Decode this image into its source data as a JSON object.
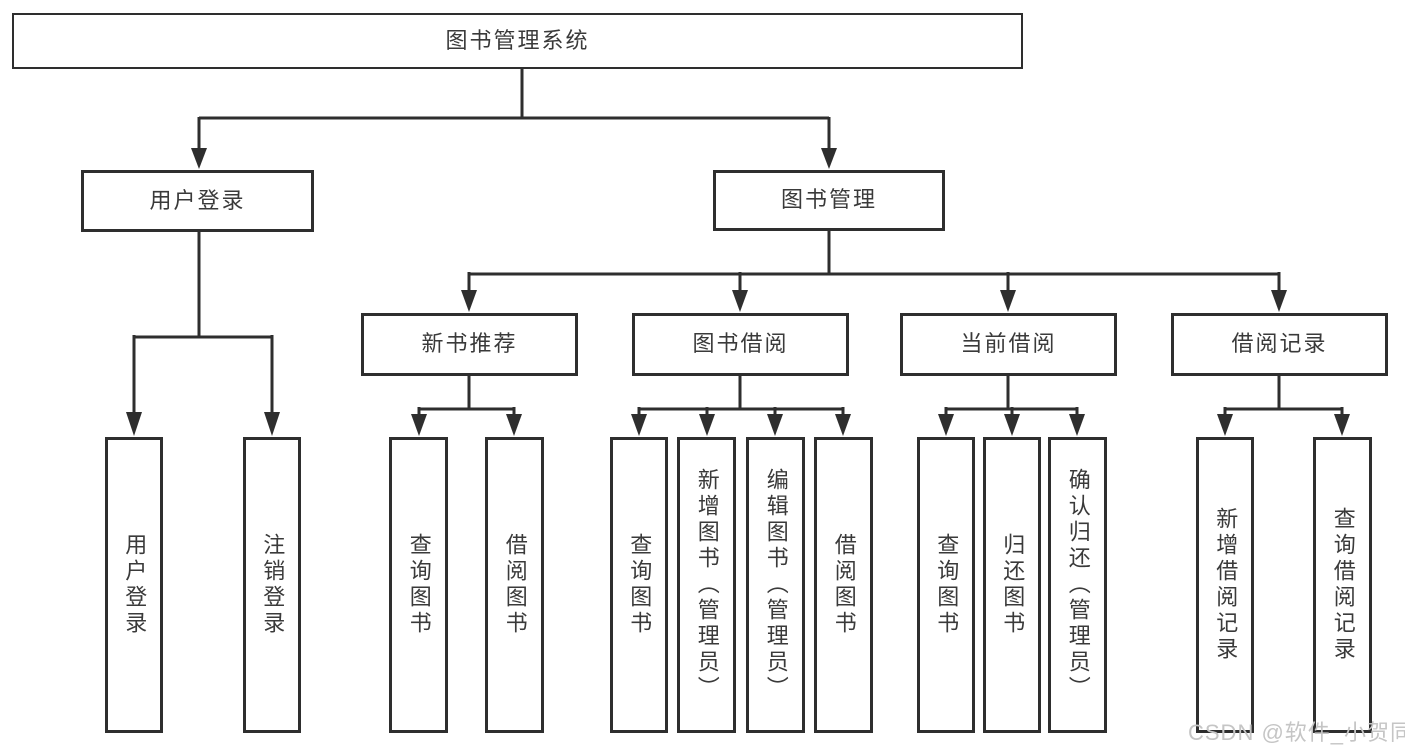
{
  "diagram": {
    "title": "图书管理系统",
    "root": {
      "label": "图书管理系统"
    },
    "level2": [
      {
        "label": "用户登录"
      },
      {
        "label": "图书管理"
      }
    ],
    "level3": [
      {
        "label": "新书推荐"
      },
      {
        "label": "图书借阅"
      },
      {
        "label": "当前借阅"
      },
      {
        "label": "借阅记录"
      }
    ],
    "leaves": {
      "login": [
        {
          "label": "用户登录"
        },
        {
          "label": "注销登录"
        }
      ],
      "newbook": [
        {
          "label": "查询图书"
        },
        {
          "label": "借阅图书"
        }
      ],
      "borrow": [
        {
          "label": "查询图书"
        },
        {
          "label": "新增图书（管理员）"
        },
        {
          "label": "编辑图书（管理员）"
        },
        {
          "label": "借阅图书"
        }
      ],
      "current": [
        {
          "label": "查询图书"
        },
        {
          "label": "归还图书"
        },
        {
          "label": "确认归还（管理员）"
        }
      ],
      "records": [
        {
          "label": "新增借阅记录"
        },
        {
          "label": "查询借阅记录"
        }
      ]
    }
  },
  "watermark": "CSDN @软件_小贺同学",
  "colors": {
    "line": "#2e2e2e",
    "text": "#3a3a3a",
    "watermark_text": "#c5c5c5",
    "background": "#ffffff"
  }
}
